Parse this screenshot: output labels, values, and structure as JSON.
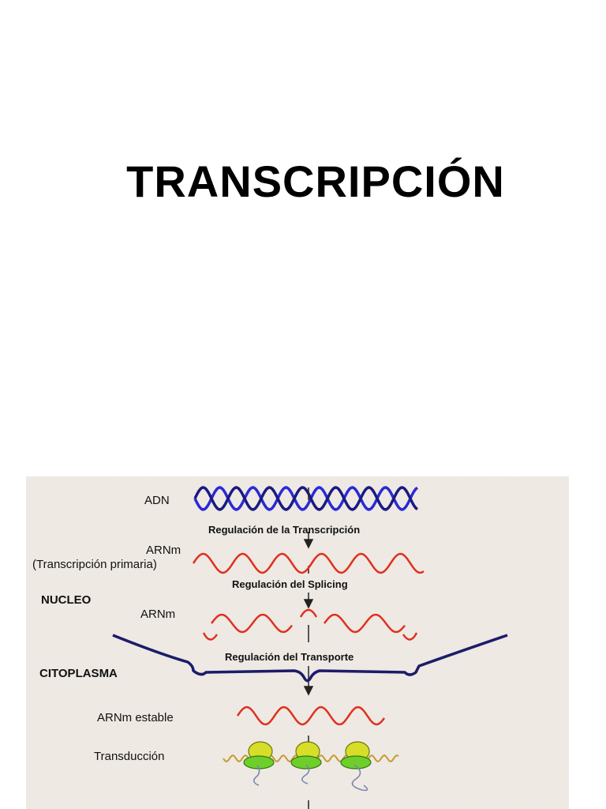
{
  "slide": {
    "title": "TRANSCRIPCIÓN"
  },
  "diagram": {
    "labels": {
      "adn": "ADN",
      "arnm_primary_line1": "ARNm",
      "arnm_primary_line2": "(Transcripción primaria)",
      "nucleo": "NUCLEO",
      "arnm_spliced": "ARNm",
      "citoplasma": "CITOPLASMA",
      "arnm_stable": "ARNm estable",
      "transduccion": "Transducción"
    },
    "steps": {
      "transcription_regulation": "Regulación de la Transcripción",
      "splicing_regulation": "Regulación del Splicing",
      "transport_regulation": "Regulación del Transporte"
    },
    "colors": {
      "dna_strand": "#2a2ad6",
      "dna_strand_dark": "#0a0a50",
      "rna_strand": "#e0301e",
      "membrane": "#1c1c6a",
      "ribosome": "#9bd020",
      "background": "#ede8e2"
    }
  }
}
